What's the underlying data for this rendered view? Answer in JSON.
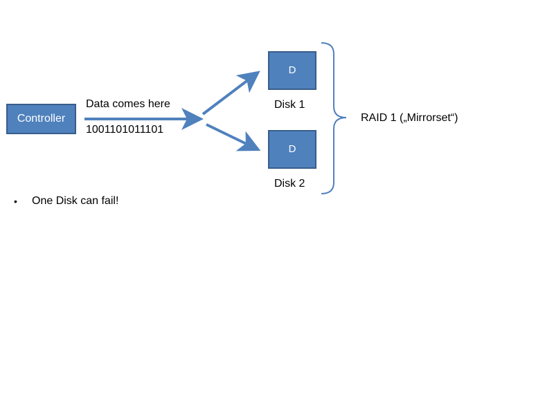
{
  "diagram": {
    "controller_label": "Controller",
    "data_caption": "Data comes here",
    "data_bits": "1001101011101",
    "disks": [
      {
        "box_label": "D",
        "name": "Disk 1"
      },
      {
        "box_label": "D",
        "name": "Disk 2"
      }
    ],
    "group_label": "RAID 1 („Mirrorset“)",
    "bullets": [
      {
        "marker": "•",
        "text": "One Disk can fail!"
      }
    ]
  },
  "colors": {
    "box_fill": "#4f81bd",
    "box_border": "#385d8a",
    "arrow": "#4f81bd",
    "text": "#000000",
    "background": "#ffffff"
  }
}
